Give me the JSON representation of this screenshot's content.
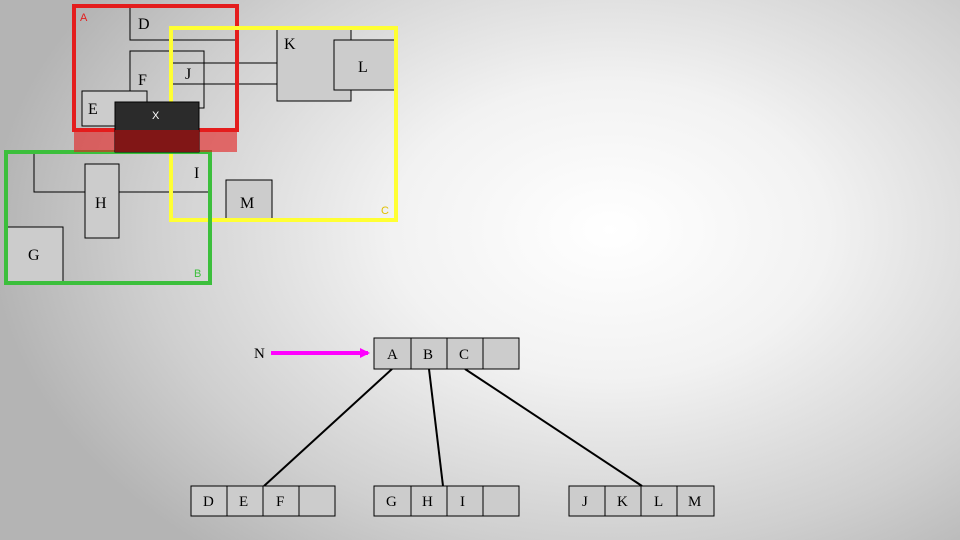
{
  "colors": {
    "box_a": "#e41d1d",
    "box_b": "#3cbf3c",
    "box_c": "#ffff33",
    "query_x": "#2b2b2b",
    "arrow": "#ff00ff"
  },
  "spatial": {
    "bounding_boxes": [
      {
        "label": "A"
      },
      {
        "label": "C"
      },
      {
        "label": "B"
      }
    ],
    "rects": [
      {
        "label": "D"
      },
      {
        "label": "K"
      },
      {
        "label": "L"
      },
      {
        "label": "J"
      },
      {
        "label": "F"
      },
      {
        "label": "E"
      },
      {
        "label": "I"
      },
      {
        "label": "H"
      },
      {
        "label": "M"
      },
      {
        "label": "G"
      }
    ],
    "query": {
      "label": "X"
    }
  },
  "tree": {
    "pointer_label": "N",
    "root": [
      "A",
      "B",
      "C",
      ""
    ],
    "leaves": [
      [
        "D",
        "E",
        "F",
        ""
      ],
      [
        "G",
        "H",
        "I",
        ""
      ],
      [
        "J",
        "K",
        "L",
        "M"
      ]
    ]
  }
}
